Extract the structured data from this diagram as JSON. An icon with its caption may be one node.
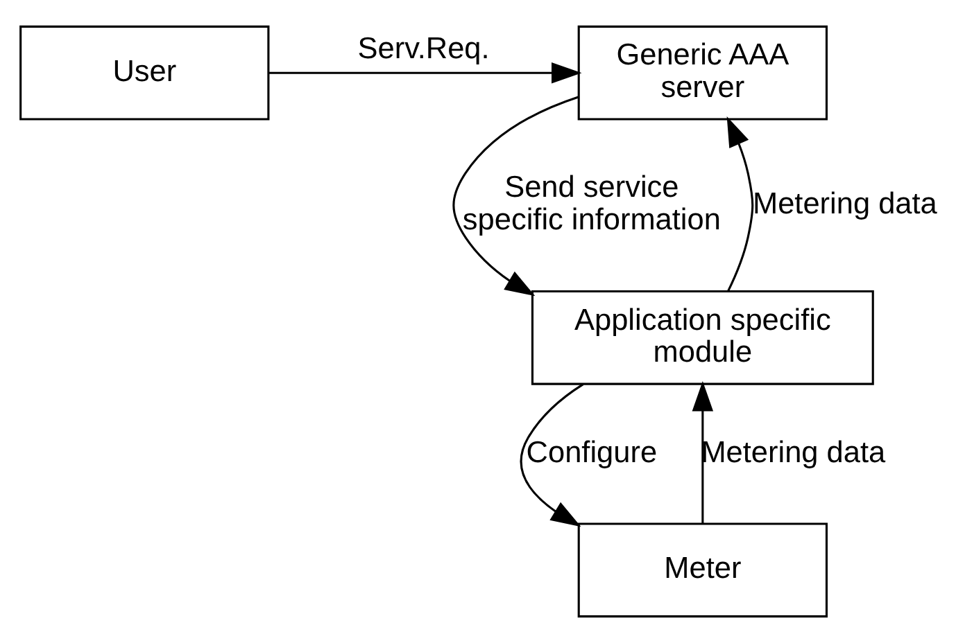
{
  "diagram": {
    "nodes": [
      {
        "text": [
          "User"
        ]
      },
      {
        "text": [
          "Generic AAA server"
        ]
      },
      {
        "text": [
          "Application specific module"
        ]
      },
      {
        "text": [
          "Meter"
        ]
      }
    ],
    "edges": [
      {
        "from": 0,
        "to": 1,
        "arrow": "to",
        "label": "Serv.Req."
      },
      {
        "from": 1,
        "to": 2,
        "arrow": "to",
        "label": "Send service specific information"
      },
      {
        "from": 2,
        "to": 1,
        "arrow": "to",
        "label": "Metering data"
      },
      {
        "from": 2,
        "to": 3,
        "arrow": "to",
        "label": "Configure"
      },
      {
        "from": 3,
        "to": 2,
        "arrow": "to",
        "label": "Metering data"
      }
    ]
  }
}
